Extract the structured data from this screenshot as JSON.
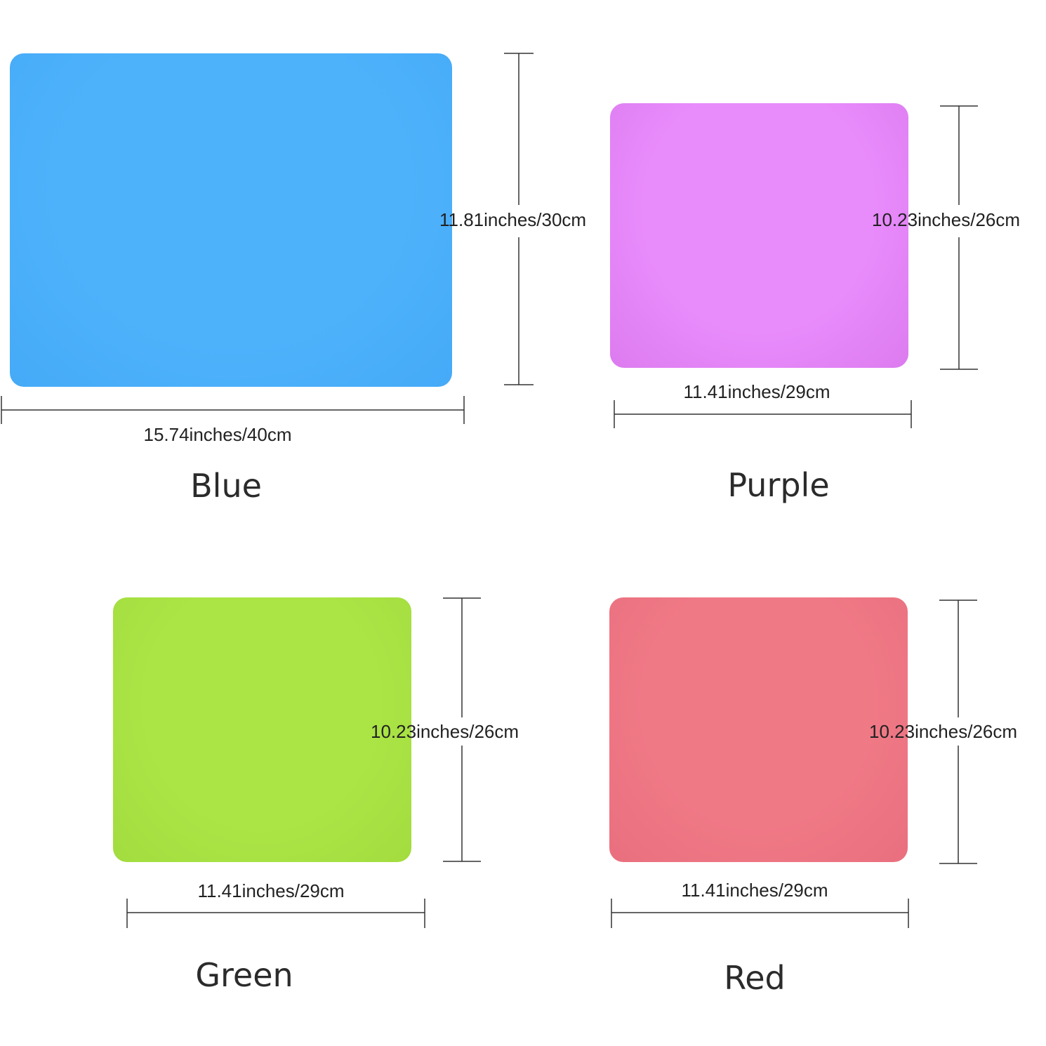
{
  "mats": [
    {
      "name": "Blue",
      "color": "#4eb2fb",
      "color_edge": "#45aaf7",
      "width_label": "15.74inches/40cm",
      "height_label": "11.81inches/30cm"
    },
    {
      "name": "Purple",
      "color": "#e88bfb",
      "color_edge": "#dc7bef",
      "width_label": "11.41inches/29cm",
      "height_label": "10.23inches/26cm"
    },
    {
      "name": "Green",
      "color": "#abe445",
      "color_edge": "#a2dc3e",
      "width_label": "11.41inches/29cm",
      "height_label": "10.23inches/26cm"
    },
    {
      "name": "Red",
      "color": "#f07986",
      "color_edge": "#e96f7e",
      "width_label": "11.41inches/29cm",
      "height_label": "10.23inches/26cm"
    }
  ]
}
